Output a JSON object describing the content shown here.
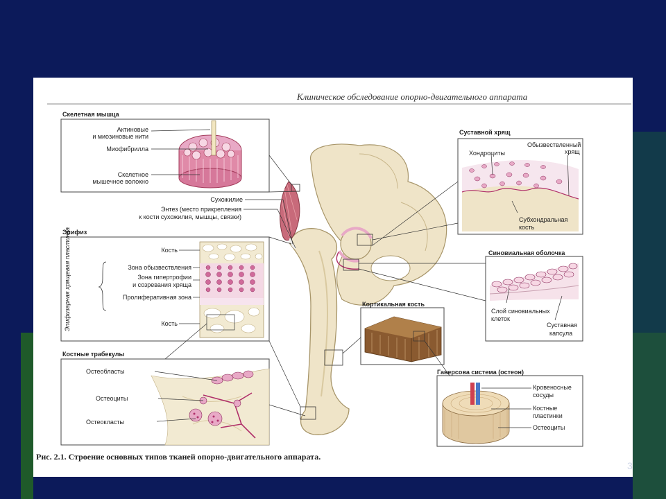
{
  "header": "Клиническое обследование опорно-двигательного аппарата",
  "caption": "Рис. 2.1. Строение основных типов тканей опорно-двигательного аппарата.",
  "page_number": "3",
  "panels": {
    "muscle": {
      "title": "Скелетная мышца",
      "labels": [
        "Актиновые",
        "и миозиновые нити",
        "Миофибрилла",
        "Скелетное",
        "мышечное волокно"
      ]
    },
    "tendon": {
      "labels": [
        "Сухожилие",
        "Энтез (место прикрепления",
        "к кости сухожилия, мышцы, связки)"
      ]
    },
    "epiphysis": {
      "title": "Эпифиз",
      "vertical": "Эпифизарная хрящевая пластинка",
      "labels": [
        "Кость",
        "Зона обызвествления",
        "Зона гипертрофии",
        "и созревания хряща",
        "Пролиферативная зона",
        "Кость"
      ]
    },
    "trabeculae": {
      "title": "Костные трабекулы",
      "labels": [
        "Остеобласты",
        "Остеоциты",
        "Остеокласты"
      ]
    },
    "cartilage": {
      "title": "Суставной хрящ",
      "labels": [
        "Обызвествленный",
        "хрящ",
        "Хондроциты",
        "Субхондральная",
        "кость"
      ]
    },
    "synovium": {
      "title": "Синовиальная оболочка",
      "labels": [
        "Слой синовиальных",
        "клеток",
        "Суставная",
        "капсула"
      ]
    },
    "cortical": {
      "title": "Кортикальная кость"
    },
    "haversian": {
      "title": "Гаверсова система (остеон)",
      "labels": [
        "Кровеносные",
        "сосуды",
        "Костные",
        "пластинки",
        "Остеоциты"
      ]
    }
  },
  "colors": {
    "slide_bg": "#0c1a5a",
    "bone": "#efe4c8",
    "bone_line": "#b8a67a",
    "pink": "#e8a9c6",
    "magenta": "#b0306a",
    "muscle": "#c86a7a"
  }
}
